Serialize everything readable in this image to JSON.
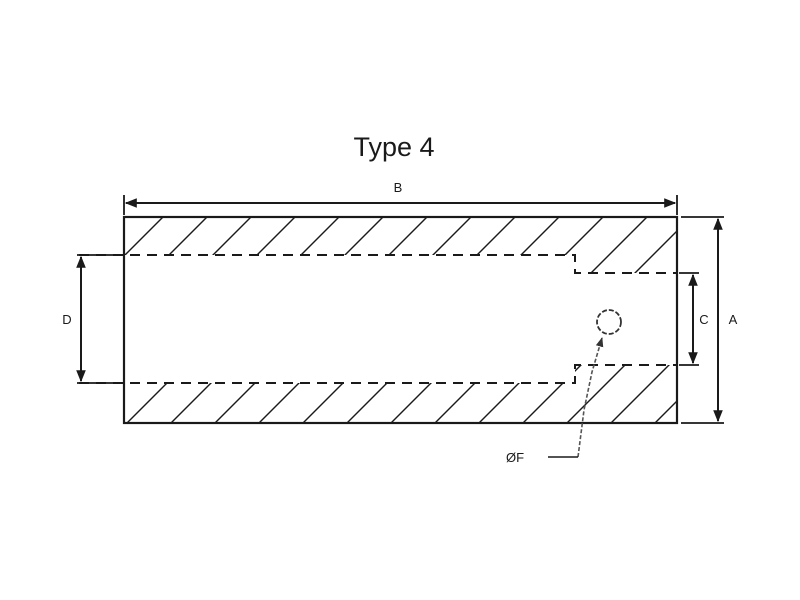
{
  "title": "Type 4",
  "dimensions": {
    "A": "A",
    "B": "B",
    "C": "C",
    "D": "D",
    "F": "ØF"
  },
  "colors": {
    "line": "#1a1a1a",
    "background": "#ffffff"
  }
}
